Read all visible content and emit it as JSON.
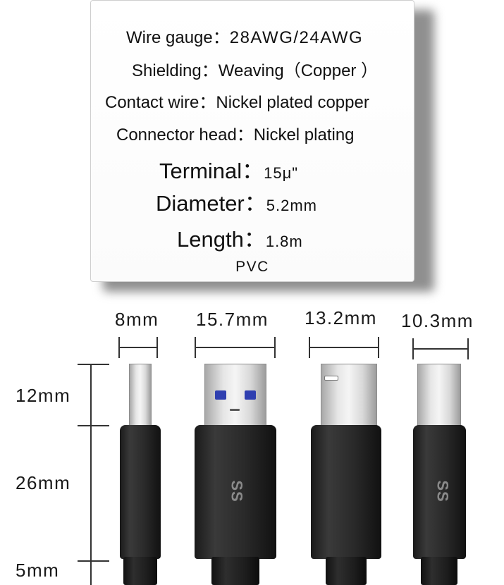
{
  "specs": [
    {
      "label": "Wire gauge：",
      "value": "28AWG/24AWG"
    },
    {
      "label": "Shielding：",
      "value": "Weaving（Copper ）"
    },
    {
      "label": "Contact wire：",
      "value": "Nickel plated copper"
    },
    {
      "label": "Connector head：",
      "value": "Nickel plating"
    },
    {
      "label": "Terminal：",
      "value": "15μ\""
    },
    {
      "label": "Diameter：",
      "value": "5.2mm"
    },
    {
      "label": "Length：",
      "value": "1.8m"
    }
  ],
  "material": "PVC",
  "widths": [
    "8mm",
    "15.7mm",
    "13.2mm",
    "10.3mm"
  ],
  "heights": [
    "12mm",
    "26mm",
    "5mm"
  ],
  "logo_text": "SS",
  "colors": {
    "pin_blue": "#2f3fb0",
    "body": "#222222",
    "metal": "#d9d9d9"
  }
}
